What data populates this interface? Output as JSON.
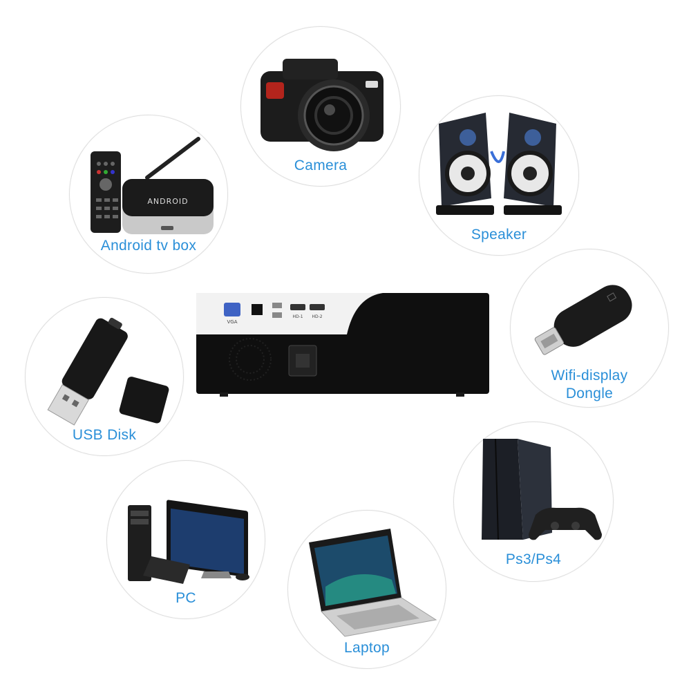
{
  "accent_color": "#2a8fd8",
  "devices": [
    {
      "id": "camera",
      "label": "Camera",
      "icon": "camera-icon"
    },
    {
      "id": "android",
      "label": "Android tv box",
      "icon": "android-tv-box-icon",
      "brand_text": "ANDROID"
    },
    {
      "id": "speaker",
      "label": "Speaker",
      "icon": "speaker-icon"
    },
    {
      "id": "usb",
      "label": "USB Disk",
      "icon": "usb-disk-icon"
    },
    {
      "id": "wifi",
      "label_line1": "Wifi-display",
      "label_line2": "Dongle",
      "icon": "wifi-dongle-icon"
    },
    {
      "id": "pc",
      "label": "PC",
      "icon": "pc-icon"
    },
    {
      "id": "laptop",
      "label": "Laptop",
      "icon": "laptop-icon"
    },
    {
      "id": "ps",
      "label": "Ps3/Ps4",
      "icon": "ps-console-icon"
    }
  ],
  "projector": {
    "icon": "projector-icon",
    "ports": {
      "vga": "VGA",
      "hd1": "HD-1",
      "hd2": "HD-2"
    }
  }
}
